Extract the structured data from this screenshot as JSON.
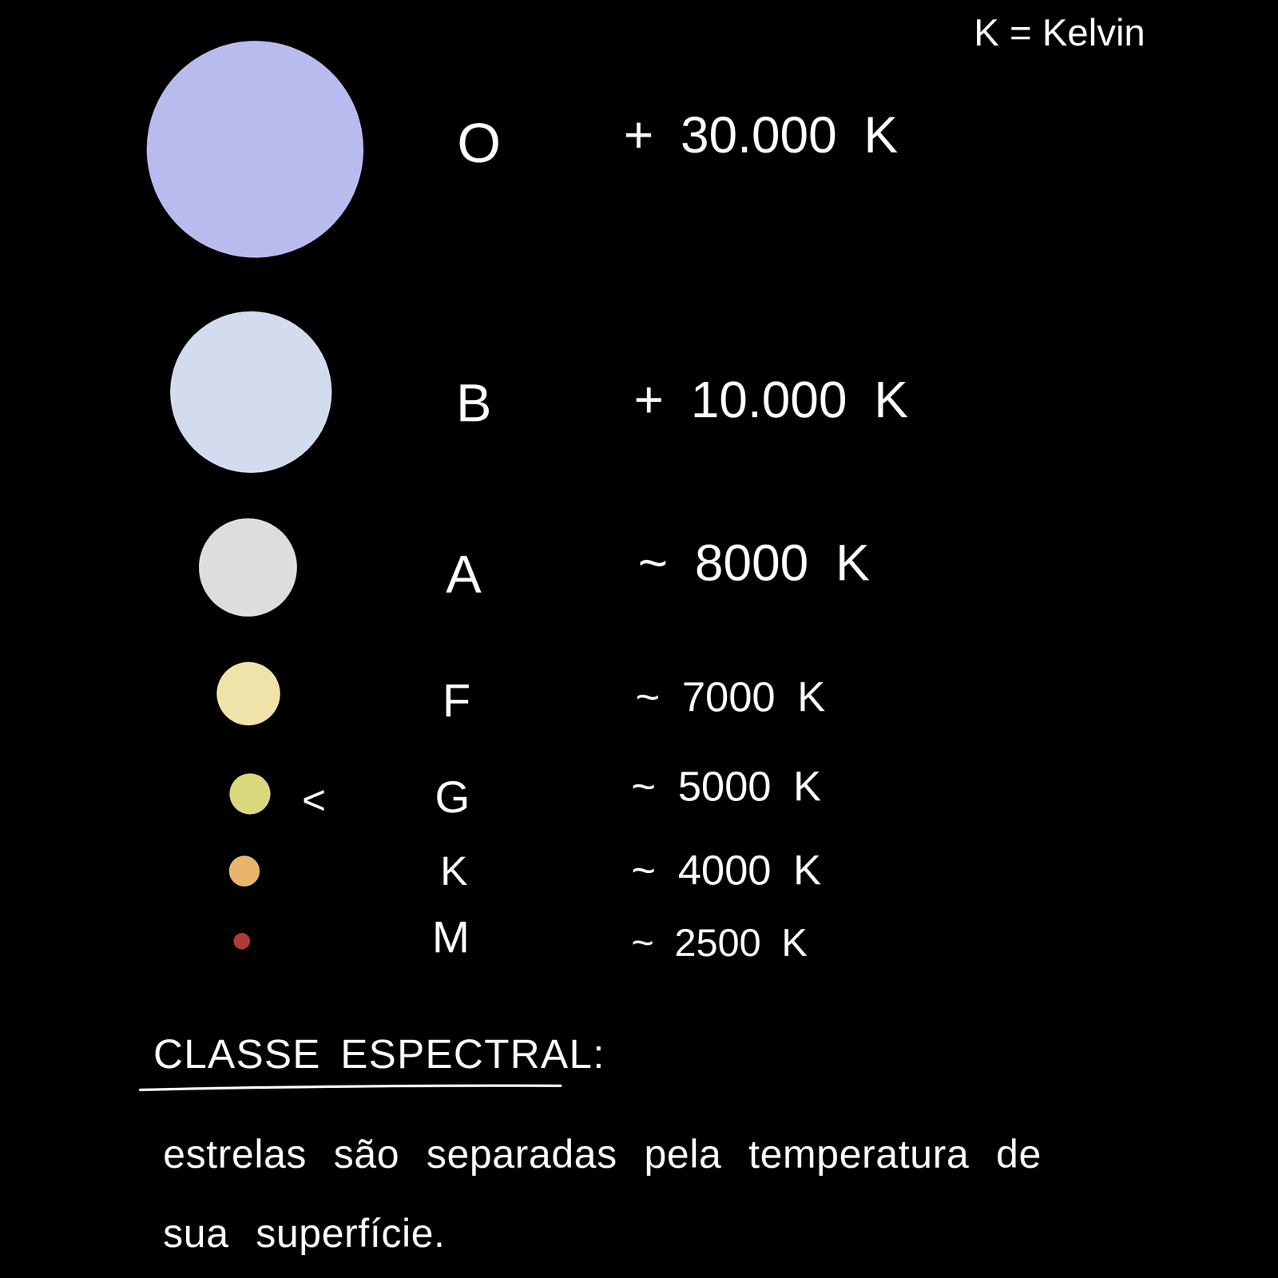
{
  "diagram": {
    "title": "CLASSE ESPECTRAL:",
    "caption": "estrelas são separadas pela temperatura de sua superfície.",
    "labels": [
      "K = Kelvin",
      "O",
      "+ 30.000 K",
      "B",
      "+ 10.000 K",
      "A",
      "~ 8000 K",
      "F",
      "~ 7000 K",
      "<",
      "G",
      "~ 5000 K",
      "K",
      "~ 4000 K",
      "M",
      "~ 2500 K"
    ]
  }
}
